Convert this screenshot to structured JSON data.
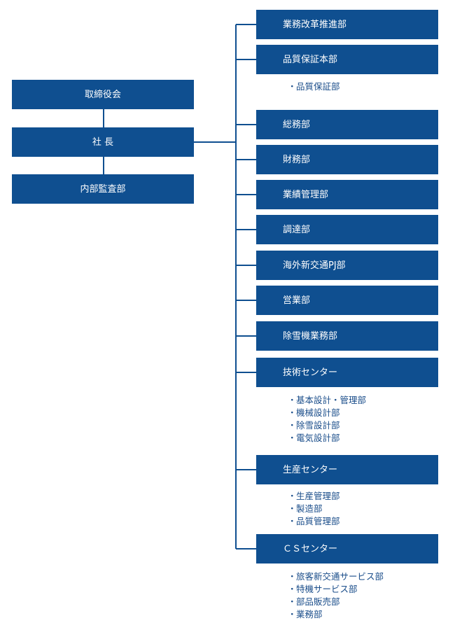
{
  "colors": {
    "box_fill": "#0f4f90",
    "connector": "#0f4f90",
    "sub_text": "#1a4d8a",
    "box_text": "#ffffff"
  },
  "left_column": {
    "board": "取締役会",
    "president": "社 長",
    "internal_audit": "内部監査部"
  },
  "departments": [
    {
      "label": "業務改革推進部",
      "subs": []
    },
    {
      "label": "品質保証本部",
      "subs": [
        "品質保証部"
      ]
    },
    {
      "label": "総務部",
      "subs": []
    },
    {
      "label": "財務部",
      "subs": []
    },
    {
      "label": "業績管理部",
      "subs": []
    },
    {
      "label": "調達部",
      "subs": []
    },
    {
      "label": "海外新交通PJ部",
      "subs": []
    },
    {
      "label": "営業部",
      "subs": []
    },
    {
      "label": "除雪機業務部",
      "subs": []
    },
    {
      "label": "技術センター",
      "subs": [
        "基本設計・管理部",
        "機械設計部",
        "除雪設計部",
        "電気設計部"
      ]
    },
    {
      "label": "生産センター",
      "subs": [
        "生産管理部",
        "製造部",
        "品質管理部"
      ]
    },
    {
      "label": "ＣＳセンター",
      "subs": [
        "旅客新交通サービス部",
        "特機サービス部",
        "部品販売部",
        "業務部"
      ]
    }
  ]
}
